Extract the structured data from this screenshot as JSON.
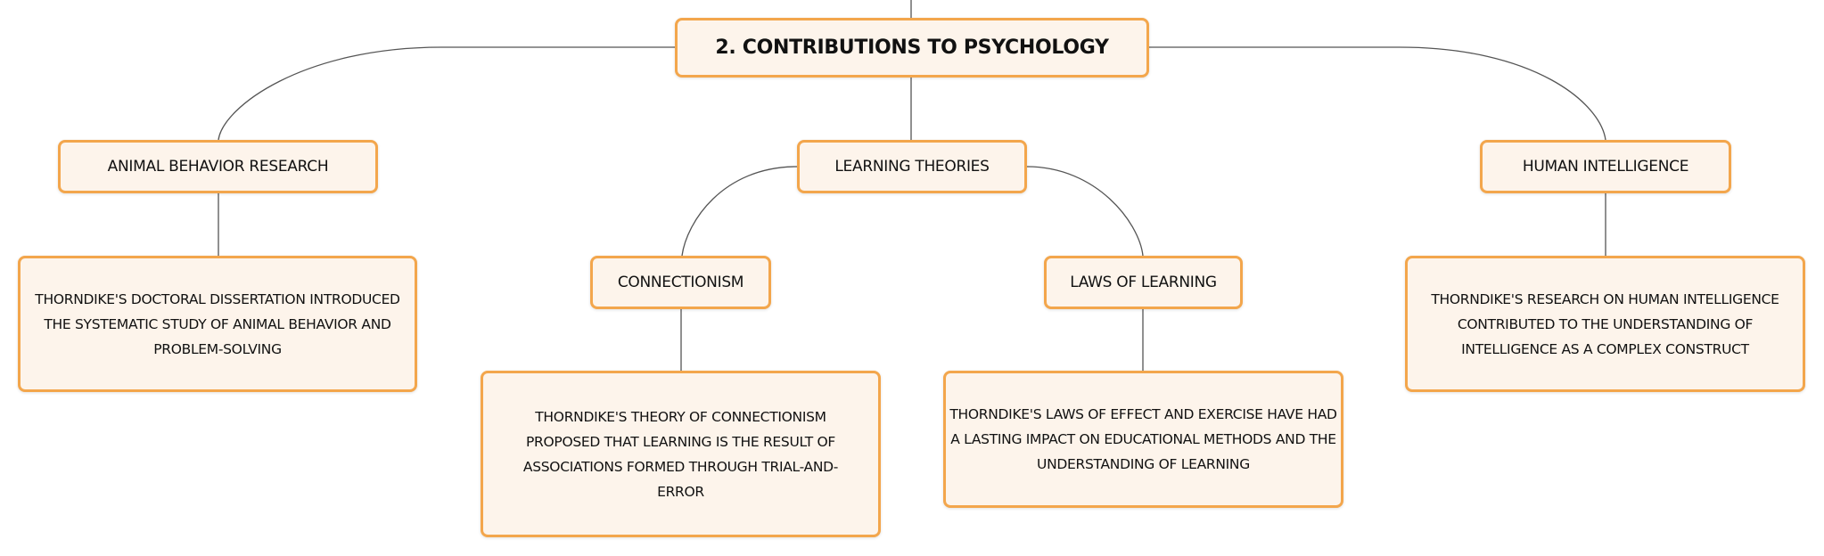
{
  "root": {
    "label": "2. CONTRIBUTIONS TO PSYCHOLOGY"
  },
  "branches": [
    {
      "label": "ANIMAL BEHAVIOR RESEARCH",
      "detail": "THORNDIKE'S DOCTORAL DISSERTATION INTRODUCED THE SYSTEMATIC STUDY OF ANIMAL BEHAVIOR AND PROBLEM-SOLVING"
    },
    {
      "label": "LEARNING THEORIES",
      "children": [
        {
          "label": "CONNECTIONISM",
          "detail": "THORNDIKE'S THEORY OF CONNECTIONISM PROPOSED THAT LEARNING IS THE RESULT OF ASSOCIATIONS FORMED THROUGH TRIAL-AND-ERROR"
        },
        {
          "label": "LAWS OF LEARNING",
          "detail": "THORNDIKE'S LAWS OF EFFECT AND EXERCISE HAVE HAD A LASTING IMPACT ON EDUCATIONAL METHODS AND THE UNDERSTANDING OF LEARNING"
        }
      ]
    },
    {
      "label": "HUMAN INTELLIGENCE",
      "detail": "THORNDIKE'S RESEARCH ON HUMAN INTELLIGENCE CONTRIBUTED TO THE UNDERSTANDING OF INTELLIGENCE AS A COMPLEX CONSTRUCT"
    }
  ],
  "colors": {
    "border": "#f3a64c",
    "fill": "#fdf4eb",
    "line": "#555555"
  }
}
